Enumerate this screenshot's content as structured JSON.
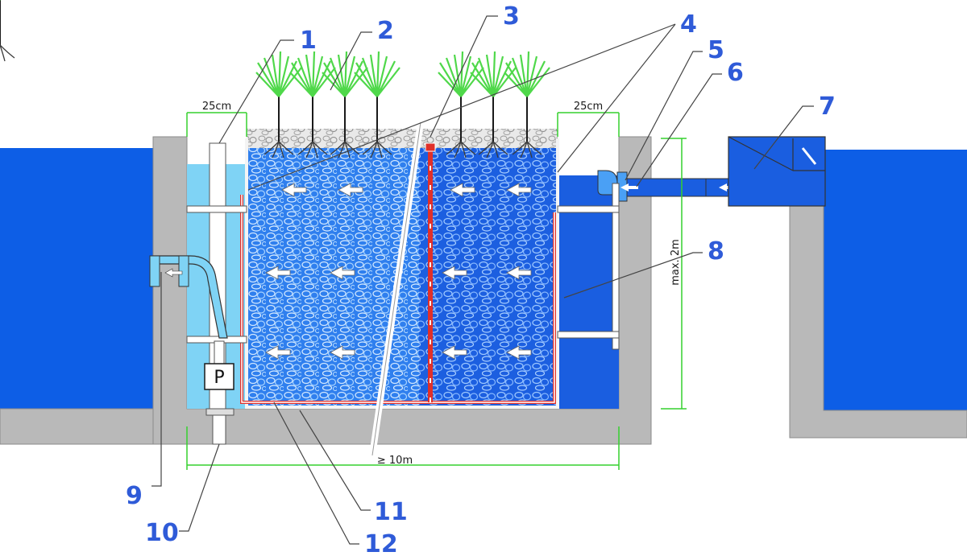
{
  "callouts": {
    "c1": "1",
    "c2": "2",
    "c3": "3",
    "c4": "4",
    "c5": "5",
    "c6": "6",
    "c7": "7",
    "c8": "8",
    "c9": "9",
    "c10": "10",
    "c11": "11",
    "c12": "12"
  },
  "dimensions": {
    "left_gap": "25cm",
    "right_gap": "25cm",
    "length": "≥ 10m",
    "height": "max. 2m"
  },
  "pump_label": "P",
  "colors": {
    "water": "#0d5ee6",
    "gravel_water": "#2d7ff0",
    "channel_water": "#7fd3f5",
    "concrete": "#b9b9b9",
    "dimension": "#35d12e",
    "callout": "#2f5bd8",
    "pipe_red": "#e0302a",
    "plants": "#4fd84a"
  }
}
